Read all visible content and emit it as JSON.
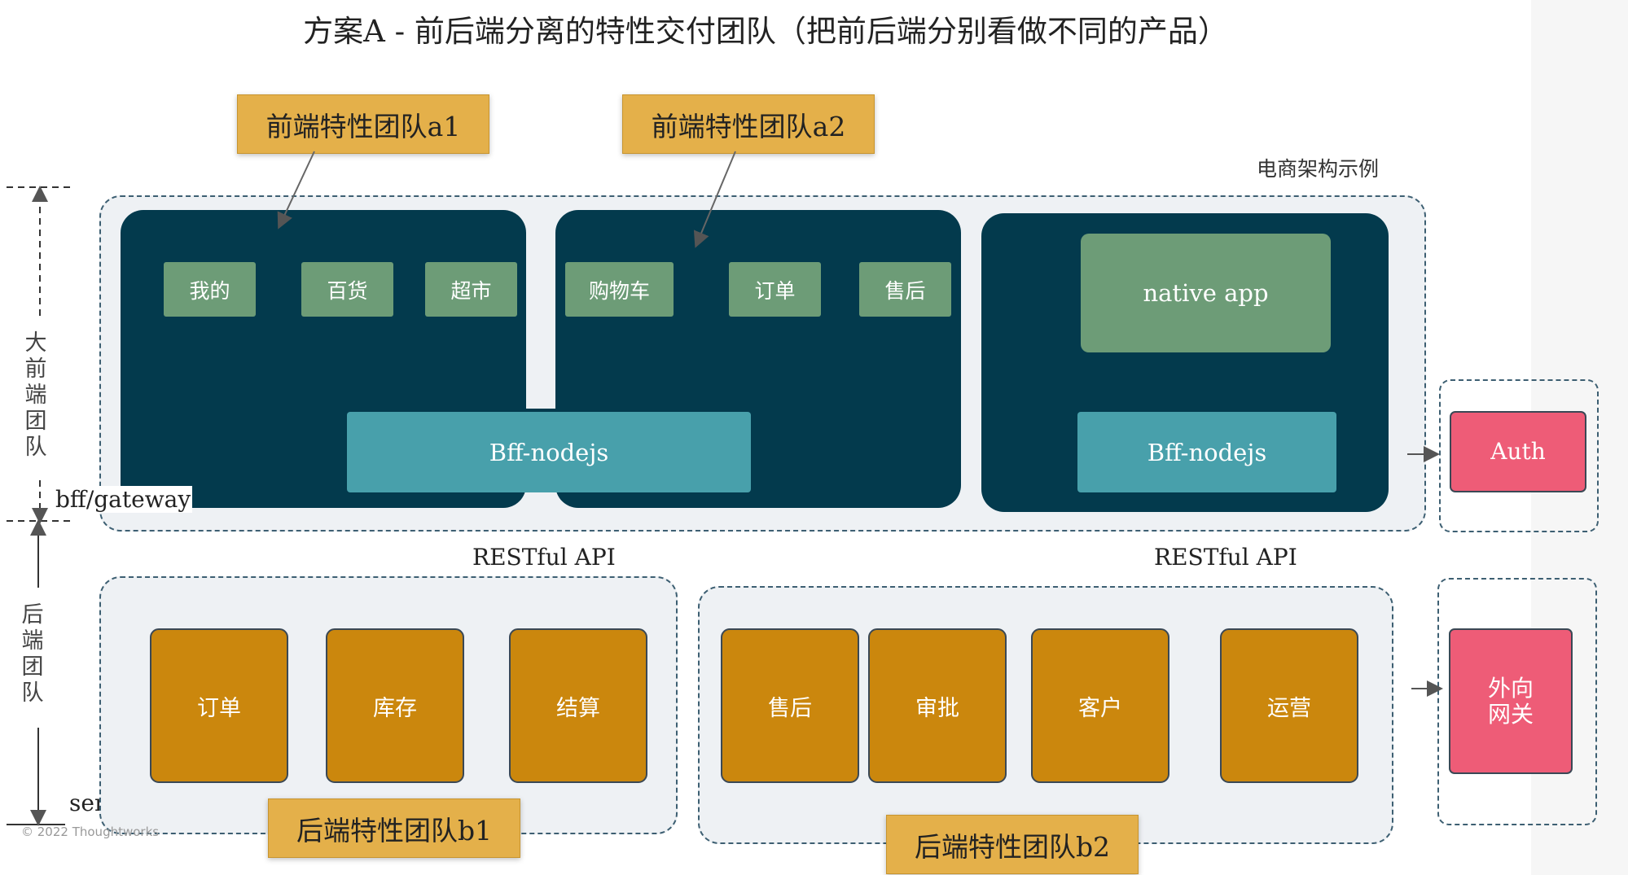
{
  "title": "方案A - 前后端分离的特性交付团队（把前后端分别看做不同的产品）",
  "architecture_label": "电商架构示例",
  "frontend_teams": [
    "前端特性团队a1",
    "前端特性团队a2"
  ],
  "frontend_modules": {
    "group_a1": [
      "我的",
      "百货",
      "超市"
    ],
    "group_a2": [
      "购物车",
      "订单",
      "售后"
    ],
    "native_app": "native app"
  },
  "bff": [
    "Bff-nodejs",
    "Bff-nodejs"
  ],
  "auth": "Auth",
  "layer_labels": {
    "frontend_team": "大前端团队",
    "backend_team": "后端团队",
    "bff_gateway": "bff/gateway",
    "services": "services"
  },
  "api_labels": [
    "RESTful API",
    "RESTful API"
  ],
  "backend_services": {
    "group_b1": [
      "订单",
      "库存",
      "结算"
    ],
    "group_b2": [
      "售后",
      "审批",
      "客户",
      "运营"
    ]
  },
  "backend_teams": [
    "后端特性团队b1",
    "后端特性团队b2"
  ],
  "external_gateway": "外向\n网关",
  "copyright": "© 2022 Thoughtworks",
  "colors": {
    "dark_block": "#033a4d",
    "module_green": "#6d9c77",
    "bff_teal": "#48a0ab",
    "service_orange": "#cb870d",
    "team_yellow": "#e4b04a",
    "auth_red": "#ee5c77",
    "panel_bg": "#eef1f4"
  }
}
